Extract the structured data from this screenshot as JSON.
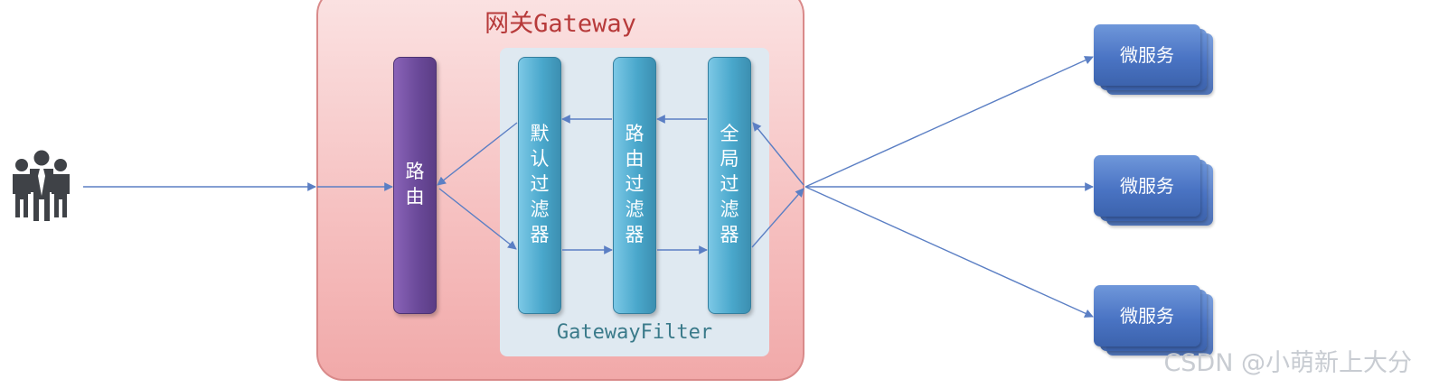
{
  "gateway": {
    "title": "网关Gateway"
  },
  "router": {
    "chars": [
      "路",
      "由"
    ]
  },
  "filter_panel": {
    "label": "GatewayFilter"
  },
  "filters": [
    {
      "name": "default",
      "chars": [
        "默",
        "认",
        "过",
        "滤",
        "器"
      ]
    },
    {
      "name": "route",
      "chars": [
        "路",
        "由",
        "过",
        "滤",
        "器"
      ]
    },
    {
      "name": "global",
      "chars": [
        "全",
        "局",
        "过",
        "滤",
        "器"
      ]
    }
  ],
  "services": [
    {
      "label": "微服务"
    },
    {
      "label": "微服务"
    },
    {
      "label": "微服务"
    }
  ],
  "watermark": "CSDN @小萌新上大分",
  "colors": {
    "gateway_fill": "#f6c2c2",
    "gateway_title": "#b73a3a",
    "router_fill": "#6b4a9a",
    "filter_fill": "#4aa8cc",
    "service_fill": "#4a74c4",
    "arrow": "#5b7fc4",
    "users_icon": "#3f4247"
  }
}
